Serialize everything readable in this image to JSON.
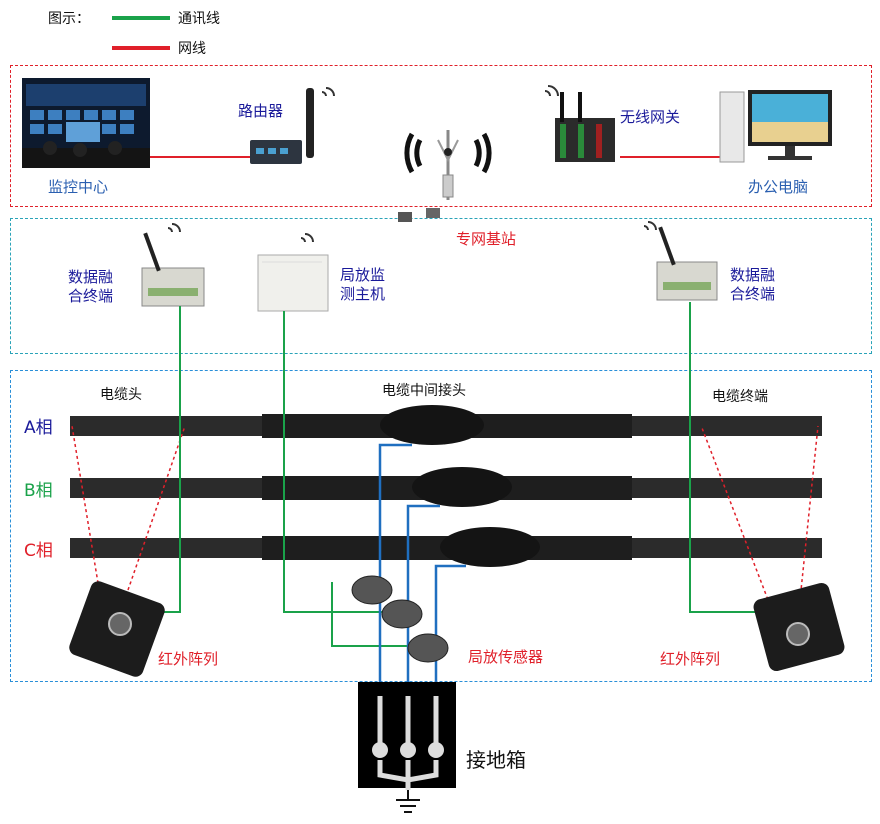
{
  "legend": {
    "title": "图示：",
    "items": [
      {
        "label": "通讯线",
        "color": "#1aa24a"
      },
      {
        "label": "网线",
        "color": "#e0202a"
      }
    ]
  },
  "zones": {
    "top": {
      "color": "#e0202a"
    },
    "middle": {
      "color": "#2aa3b8"
    },
    "bottom": {
      "color": "#2a8fd8"
    }
  },
  "top": {
    "monitor_center": "监控中心",
    "router": "路由器",
    "wireless_gateway": "无线网关",
    "office_pc": "办公电脑",
    "base_station": "专网基站"
  },
  "middle": {
    "terminal_left_line1": "数据融",
    "terminal_left_line2": "合终端",
    "pd_host_line1": "局放监",
    "pd_host_line2": "测主机",
    "terminal_right_line1": "数据融",
    "terminal_right_line2": "合终端"
  },
  "cable": {
    "head": "电缆头",
    "middle_joint": "电缆中间接头",
    "terminal": "电缆终端",
    "phases": [
      {
        "label": "A相",
        "color": "#1a1a9a"
      },
      {
        "label": "B相",
        "color": "#1aa24a"
      },
      {
        "label": "C相",
        "color": "#e0202a"
      }
    ]
  },
  "bottom": {
    "ir_array_left": "红外阵列",
    "pd_sensor": "局放传感器",
    "ir_array_right": "红外阵列",
    "ground_box": "接地箱"
  },
  "colors": {
    "comm_line": "#1aa24a",
    "net_line": "#e0202a",
    "ground_line": "#1f6fc0",
    "cable": "#2b2b2b"
  }
}
